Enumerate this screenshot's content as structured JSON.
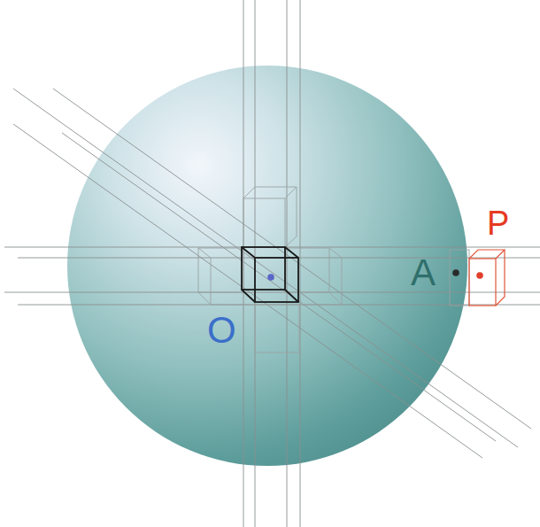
{
  "diagram": {
    "labels": [
      "P",
      "A",
      "O"
    ]
  }
}
